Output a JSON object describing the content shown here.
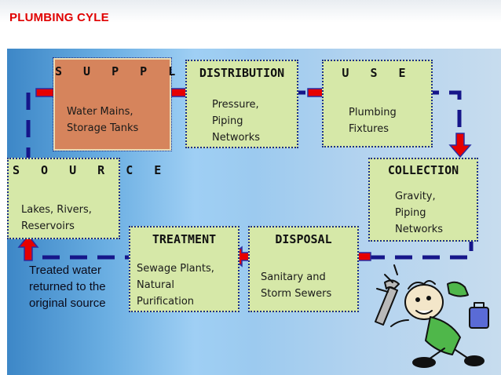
{
  "title": "PLUMBING CYLE",
  "boxes": {
    "supply": {
      "title": "S U P P L Y",
      "body": "Water Mains,\nStorage Tanks"
    },
    "distribution": {
      "title": "DISTRIBUTION",
      "body": "Pressure,\nPiping\nNetworks"
    },
    "use": {
      "title": "U S E",
      "body": "Plumbing\nFixtures"
    },
    "source": {
      "title": "S O U R C E",
      "body": "Lakes, Rivers,\nReservoirs"
    },
    "collection": {
      "title": "COLLECTION",
      "body": "Gravity,\nPiping\nNetworks"
    },
    "treatment": {
      "title": "TREATMENT",
      "body": "Sewage Plants,\nNatural\nPurification"
    },
    "disposal": {
      "title": "DISPOSAL",
      "body": "Sanitary and\nStorm Sewers"
    }
  },
  "note": "Treated water\nreturned to the\noriginal source",
  "colors": {
    "flow_dash": "#16168a",
    "arrow_red": "#e60000",
    "arrow_outline": "#2b2ba0"
  }
}
